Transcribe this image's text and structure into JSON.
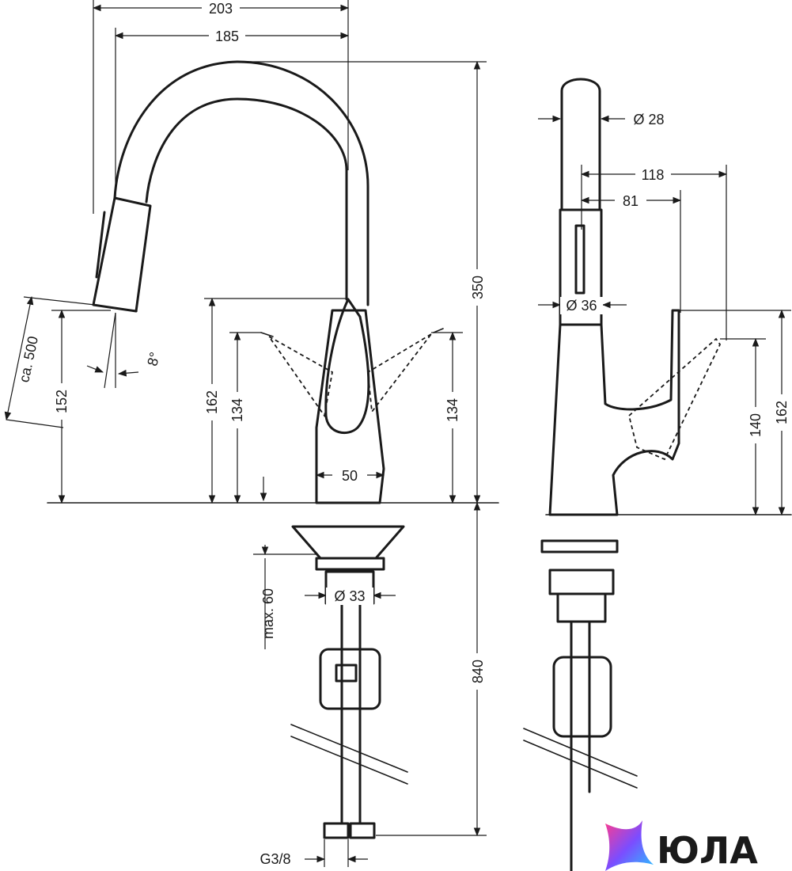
{
  "dimensions": {
    "w203": "203",
    "w185": "185",
    "h350": "350",
    "d28": "Ø 28",
    "d118": "118",
    "d81": "81",
    "d36": "Ø 36",
    "h162_left": "162",
    "h134_left": "134",
    "h134_right": "134",
    "h152": "152",
    "ca500": "ca. 500",
    "angle8": "8°",
    "w50": "50",
    "h840": "840",
    "max60": "max. 60",
    "d33": "Ø 33",
    "g38": "G3/8",
    "h140": "140",
    "h162_right": "162"
  },
  "logo": {
    "text": "ЮЛА",
    "colors": [
      "#ff3c8e",
      "#7b4dff",
      "#27c4ff"
    ]
  }
}
